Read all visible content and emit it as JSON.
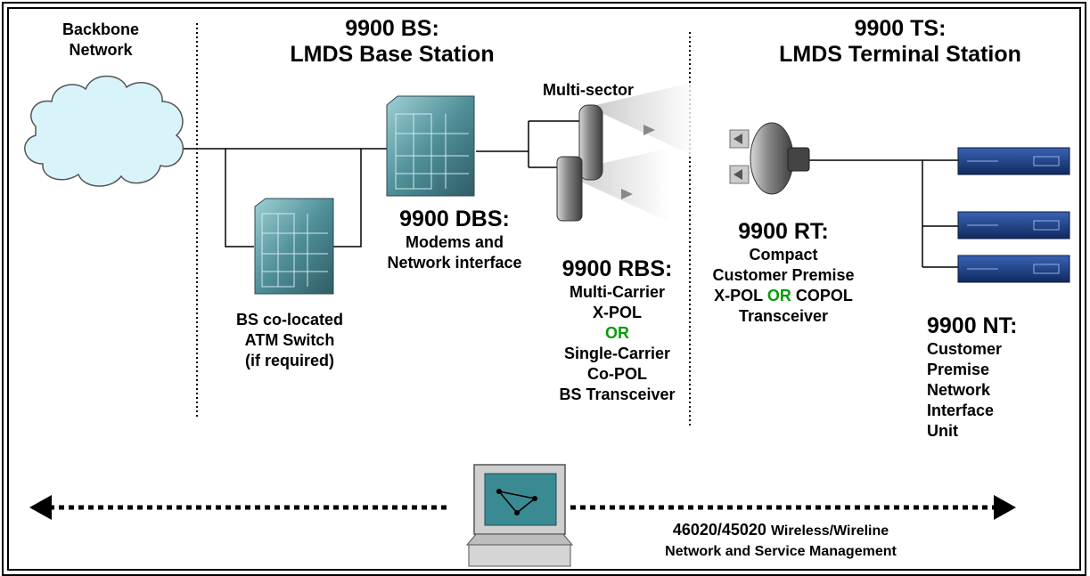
{
  "backbone": {
    "line1": "Backbone",
    "line2": "Network"
  },
  "bs_header": {
    "line1": "9900 BS:",
    "line2": "LMDS Base Station"
  },
  "ts_header": {
    "line1": "9900 TS:",
    "line2": "LMDS Terminal Station"
  },
  "multisector": {
    "label": "Multi-sector"
  },
  "dbs": {
    "title": "9900 DBS:",
    "line1": "Modems and",
    "line2": "Network interface"
  },
  "atm": {
    "line1": "BS co-located",
    "line2": "ATM Switch",
    "line3": "(if required)"
  },
  "rbs": {
    "title": "9900 RBS:",
    "line1": "Multi-Carrier",
    "line2": "X-POL",
    "or": "OR",
    "line3": "Single-Carrier",
    "line4": "Co-POL",
    "line5": "BS Transceiver"
  },
  "rt": {
    "title": "9900 RT:",
    "line1": "Compact",
    "line2": "Customer Premise",
    "line3a": "X-POL",
    "or": "OR",
    "line3b": "COPOL",
    "line4": "Transceiver"
  },
  "nt": {
    "title": "9900 NT:",
    "line1": "Customer",
    "line2": "Premise",
    "line3": "Network",
    "line4": "Interface",
    "line5": "Unit"
  },
  "management": {
    "product": "46020/45020",
    "line1_rest": "Wireless/Wireline",
    "line2": "Network and Service Management"
  },
  "colors": {
    "or_green": "#0a9a0a",
    "cloud_fill": "#d9f3fb",
    "equipment_teal": "#5f9ea6",
    "nt_blue": "#1c3f86"
  }
}
